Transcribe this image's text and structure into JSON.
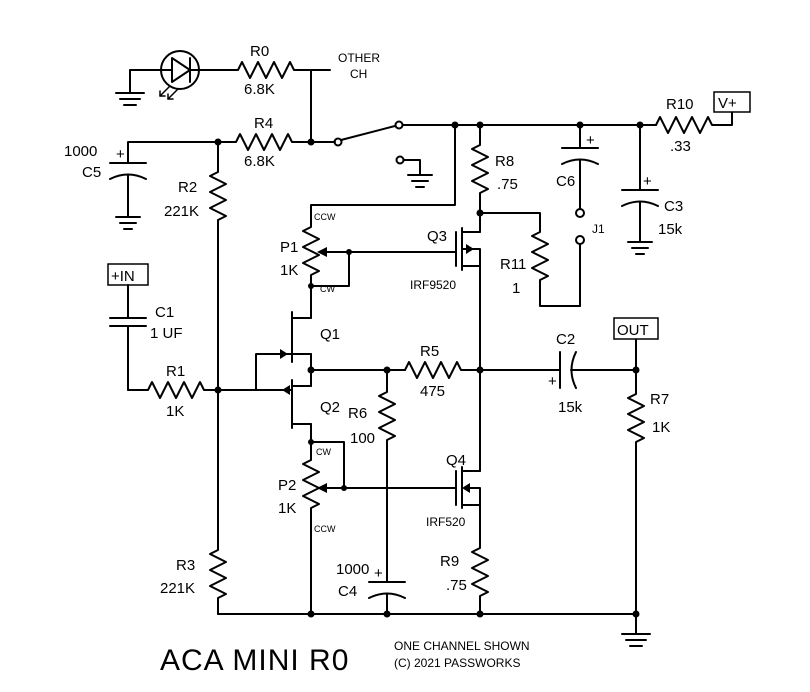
{
  "title": "ACA MINI R0",
  "subtitle_line1": "ONE CHANNEL SHOWN",
  "subtitle_line2": "(C) 2021 PASSWORKS",
  "other_ch_line1": "OTHER",
  "other_ch_line2": "CH",
  "ports": {
    "vplus": "V+",
    "in": "+IN",
    "out": "OUT"
  },
  "components": {
    "R0": {
      "name": "R0",
      "value": "6.8K"
    },
    "R4": {
      "name": "R4",
      "value": "6.8K"
    },
    "C5": {
      "name": "C5",
      "value": "1000"
    },
    "R2": {
      "name": "R2",
      "value": "221K"
    },
    "R3": {
      "name": "R3",
      "value": "221K"
    },
    "C1": {
      "name": "C1",
      "value": "1 UF"
    },
    "R1": {
      "name": "R1",
      "value": "1K"
    },
    "P1": {
      "name": "P1",
      "value": "1K",
      "ccw": "CCW",
      "cw": "CW"
    },
    "P2": {
      "name": "P2",
      "value": "1K",
      "ccw": "CCW",
      "cw": "CW"
    },
    "Q1": {
      "name": "Q1"
    },
    "Q2": {
      "name": "Q2"
    },
    "Q3": {
      "name": "Q3",
      "part": "IRF9520"
    },
    "Q4": {
      "name": "Q4",
      "part": "IRF520"
    },
    "R5": {
      "name": "R5",
      "value": "475"
    },
    "R6": {
      "name": "R6",
      "value": "100"
    },
    "C4": {
      "name": "C4",
      "value": "1000"
    },
    "R8": {
      "name": "R8",
      "value": ".75"
    },
    "R9": {
      "name": "R9",
      "value": ".75"
    },
    "R11": {
      "name": "R11",
      "value": "1"
    },
    "C6": {
      "name": "C6"
    },
    "J1": {
      "name": "J1"
    },
    "C3": {
      "name": "C3",
      "value": "15k"
    },
    "C2": {
      "name": "C2",
      "value": "15k"
    },
    "R10": {
      "name": "R10",
      "value": ".33"
    },
    "R7": {
      "name": "R7",
      "value": "1K"
    }
  },
  "plus_sign": "+"
}
